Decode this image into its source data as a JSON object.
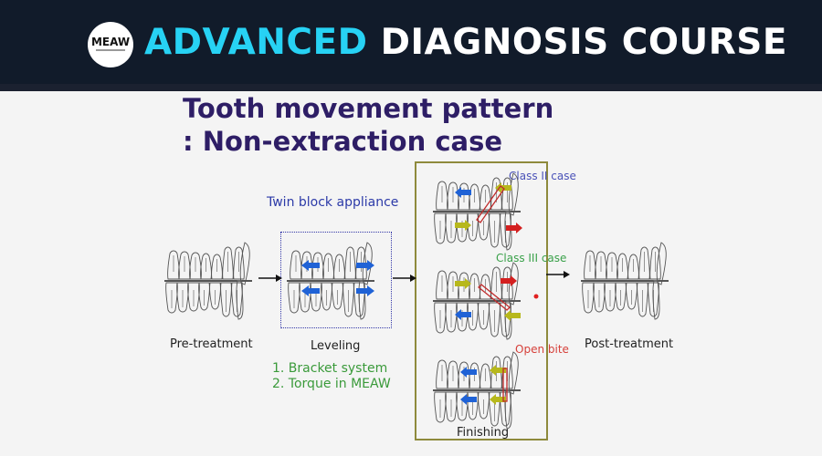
{
  "banner": {
    "logo_text": "MEAW",
    "title_accent": "ADVANCED",
    "title_rest": "DIAGNOSIS COURSE",
    "accent_color": "#27d2f4"
  },
  "slide": {
    "title_line1": "Tooth movement pattern",
    "title_line2": ": Non-extraction case",
    "title_color": "#2e1e66"
  },
  "stages": {
    "pre_treatment": "Pre-treatment",
    "leveling": "Leveling",
    "finishing": "Finishing",
    "post_treatment": "Post-treatment"
  },
  "twin_block": "Twin block appliance",
  "leveling_notes": [
    "1.   Bracket system",
    "2.   Torque in MEAW"
  ],
  "finishing_cases": {
    "class_ii": "Class II case",
    "class_iii": "Class III case",
    "open_bite": "Open bite"
  },
  "colors": {
    "class_ii": "#4a52b8",
    "class_iii": "#3aa14a",
    "open_bite": "#d6403a",
    "arrow_blue": "#1f62d6",
    "arrow_red": "#d42020",
    "arrow_olive": "#b7b81c",
    "elastic": "#c02a2a",
    "finishing_box": "#8e8a3c"
  },
  "icons": [
    "right-arrow-icon",
    "left-arrow-icon",
    "tooth-diagram"
  ]
}
